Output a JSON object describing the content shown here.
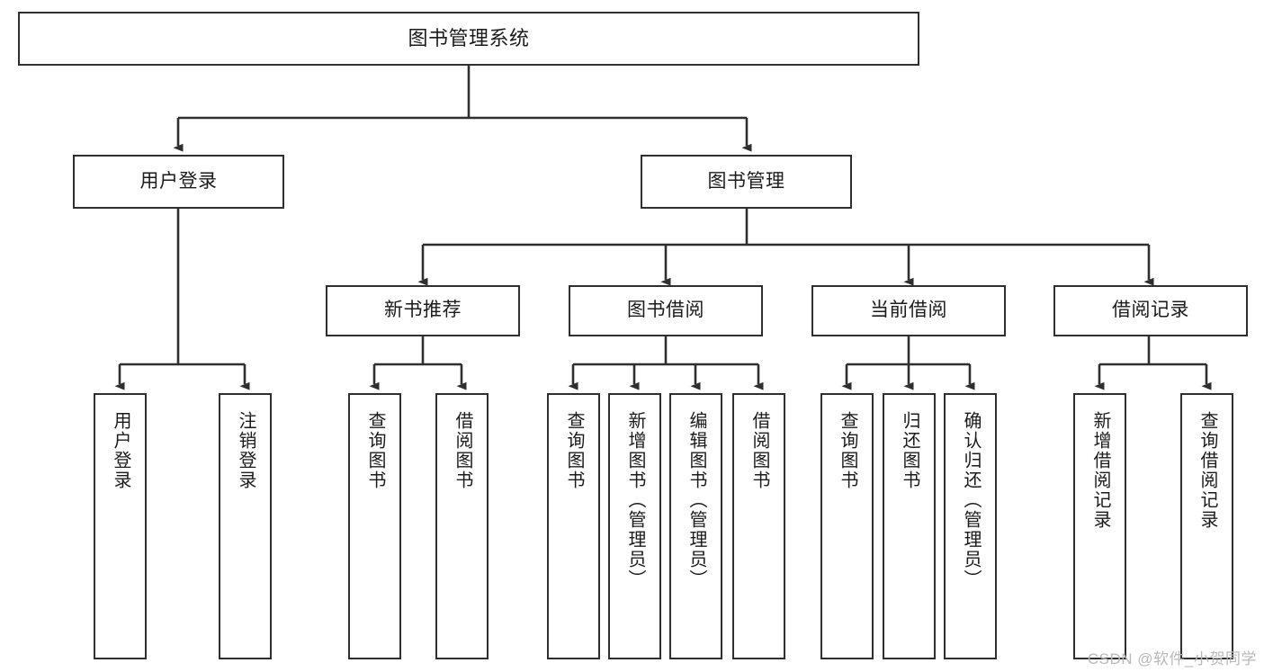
{
  "diagram": {
    "type": "tree",
    "title": "图书管理系统",
    "orientation": "top-down",
    "colors": {
      "node_border": "#2f2f2f",
      "node_fill": "#ffffff",
      "edge": "#2f2f2f",
      "text": "#1b1b1b",
      "watermark": "#b9b9b9",
      "background": "#ffffff"
    }
  },
  "nodes": {
    "root": {
      "label": "图书管理系统"
    },
    "level2": [
      {
        "id": "user-login",
        "label": "用户登录"
      },
      {
        "id": "book-manage",
        "label": "图书管理"
      }
    ],
    "level3": [
      {
        "id": "new-book-recommend",
        "label": "新书推荐"
      },
      {
        "id": "book-borrow",
        "label": "图书借阅"
      },
      {
        "id": "current-borrow",
        "label": "当前借阅"
      },
      {
        "id": "borrow-record",
        "label": "借阅记录"
      }
    ],
    "leaves": {
      "user-login": [
        {
          "id": "leaf-user-login",
          "label": "用户登录"
        },
        {
          "id": "leaf-logout-login",
          "label": "注销登录"
        }
      ],
      "new-book-recommend": [
        {
          "id": "leaf-query-book-1",
          "label": "查询图书"
        },
        {
          "id": "leaf-borrow-book-1",
          "label": "借阅图书"
        }
      ],
      "book-borrow": [
        {
          "id": "leaf-query-book-2",
          "label": "查询图书"
        },
        {
          "id": "leaf-add-book",
          "label": "新增图书（管理员）"
        },
        {
          "id": "leaf-edit-book",
          "label": "编辑图书（管理员）"
        },
        {
          "id": "leaf-borrow-book-2",
          "label": "借阅图书"
        }
      ],
      "current-borrow": [
        {
          "id": "leaf-query-book-3",
          "label": "查询图书"
        },
        {
          "id": "leaf-return-book",
          "label": "归还图书"
        },
        {
          "id": "leaf-confirm-return",
          "label": "确认归还（管理员）"
        }
      ],
      "borrow-record": [
        {
          "id": "leaf-add-record",
          "label": "新增借阅记录"
        },
        {
          "id": "leaf-query-record",
          "label": "查询借阅记录"
        }
      ]
    }
  },
  "watermark": {
    "text": "CSDN @软件_小贺同学"
  }
}
